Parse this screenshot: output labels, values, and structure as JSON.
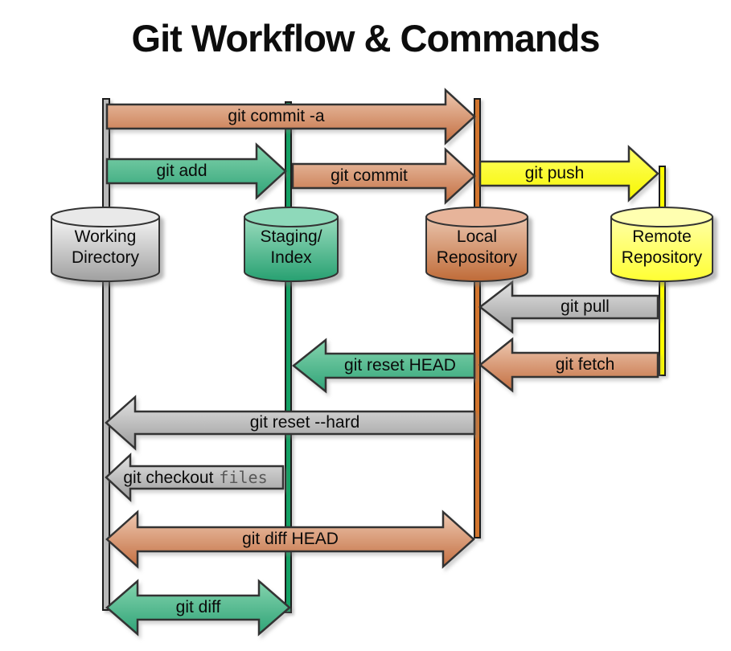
{
  "title": "Git Workflow & Commands",
  "colors": {
    "outline": "#333333",
    "arrow_orange_light": "#eec9b2",
    "arrow_orange_dark": "#c36e40",
    "arrow_green_light": "#85d4ae",
    "arrow_green_dark": "#2fa377",
    "arrow_gray_light": "#e3e3e3",
    "arrow_gray_dark": "#9b9b9b",
    "arrow_yellow_light": "#ffff66",
    "arrow_yellow_dark": "#f6f600"
  },
  "lanes": [
    {
      "id": "working-directory",
      "label_line1": "Working",
      "label_line2": "Directory",
      "line_color": "#b9b9b9",
      "fill_light": "#f5f5f5",
      "fill_dark": "#9f9f9f"
    },
    {
      "id": "staging-index",
      "label_line1": "Staging/",
      "label_line2": "Index",
      "line_color": "#14a164",
      "fill_light": "#9adcbe",
      "fill_dark": "#27a071"
    },
    {
      "id": "local-repository",
      "label_line1": "Local",
      "label_line2": "Repository",
      "line_color": "#d2752e",
      "fill_light": "#eac4ad",
      "fill_dark": "#bf6b38"
    },
    {
      "id": "remote-repository",
      "label_line1": "Remote",
      "label_line2": "Repository",
      "line_color": "#ffff00",
      "fill_light": "#ffffa6",
      "fill_dark": "#ffff33"
    }
  ],
  "commands": {
    "git_commit_a": "git commit -a",
    "git_add": "git add",
    "git_commit": "git commit",
    "git_push": "git push",
    "git_pull": "git pull",
    "git_fetch": "git fetch",
    "git_reset_head": "git reset HEAD",
    "git_reset_hard": "git reset --hard",
    "git_checkout": "git checkout",
    "git_checkout_mono": "files",
    "git_diff_head": "git diff HEAD",
    "git_diff": "git diff"
  }
}
